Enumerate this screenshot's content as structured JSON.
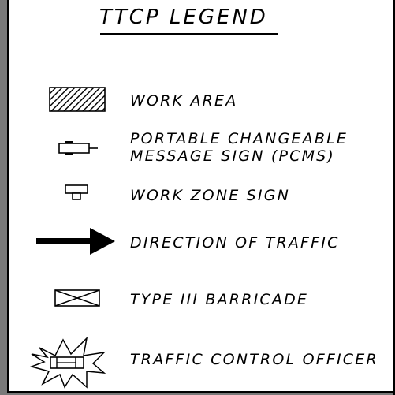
{
  "legend": {
    "title": "TTCP LEGEND",
    "items": [
      {
        "label": "WORK AREA",
        "icon": "hatched-rectangle-icon"
      },
      {
        "label_line1": "PORTABLE CHANGEABLE",
        "label_line2": "MESSAGE SIGN (PCMS)",
        "icon": "pcms-icon"
      },
      {
        "label": "WORK ZONE SIGN",
        "icon": "sign-icon"
      },
      {
        "label": "DIRECTION OF TRAFFIC",
        "icon": "arrow-right-icon"
      },
      {
        "label": "TYPE III BARRICADE",
        "icon": "barricade-icon"
      },
      {
        "label": "TRAFFIC CONTROL OFFICER",
        "icon": "officer-vehicle-icon"
      }
    ]
  }
}
